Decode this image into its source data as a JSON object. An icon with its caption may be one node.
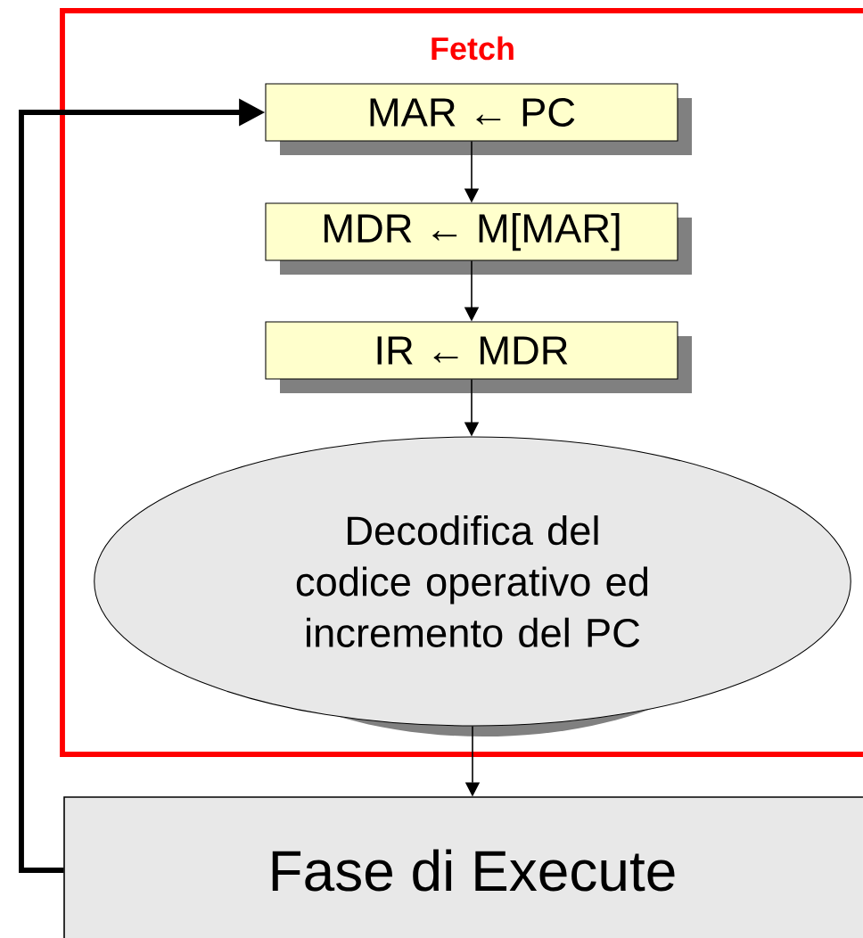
{
  "diagram": {
    "nodes": [
      {
        "text": [
          "Fetch"
        ]
      },
      {
        "text": [
          "MAR ← PC"
        ],
        "in": 0
      },
      {
        "text": [
          "MDR ← M[MAR]"
        ],
        "in": 0
      },
      {
        "text": [
          "IR ← MDR"
        ],
        "in": 0
      },
      {
        "text": [
          "Decodifica del codice operativo ed incremento del PC"
        ],
        "in": 0
      },
      {
        "text": [
          "Fase di Execute"
        ]
      }
    ],
    "edges": [
      {
        "from": 1,
        "to": 2,
        "arrow": "to"
      },
      {
        "from": 2,
        "to": 3,
        "arrow": "to"
      },
      {
        "from": 3,
        "to": 4,
        "arrow": "to"
      },
      {
        "from": 4,
        "to": 5,
        "arrow": "to"
      },
      {
        "from": 5,
        "to": 1,
        "arrow": "to",
        "style": "thick"
      }
    ]
  }
}
